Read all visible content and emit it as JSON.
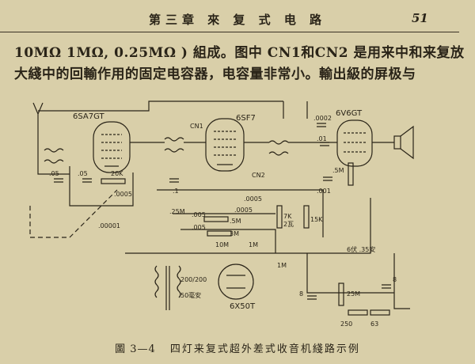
{
  "header": {
    "chapter_title": "第三章 來 复 式 电 路",
    "page_number": "51"
  },
  "body": {
    "line1": "10MΩ 1MΩ, 0.25MΩ ) 組成。图中 CN1和CN2 是用来中和来复放",
    "line2": "大綫中的回輸作用的固定电容器，电容量非常小。輸出級的屏极与"
  },
  "figure": {
    "tube_labels": [
      "6SA7GT",
      "6SF7",
      "6V6GT",
      "6X50T"
    ],
    "component_labels": {
      "cn1": "CN1",
      "cn2": "CN2",
      "c05a": ".05",
      "c05b": ".05",
      "c0005a": ".0005",
      "c0005b": ".0005",
      "c0005c": ".0005",
      "c00001": ".00001",
      "c005a": ".005",
      "c005b": ".005",
      "c1": ".1",
      "r25m": ".25M",
      "r5m": ".5M",
      "r3m": "3M",
      "r10m": "10M",
      "r1m": "1M",
      "r1m2": "1M",
      "r20k": "20K",
      "r7k": "7K",
      "r2w": "2瓦",
      "r15k": "15K",
      "c0002": ".0002",
      "c01": ".01",
      "c001": ".001",
      "r5m2": ".5M",
      "bulb": "6伏 .35安",
      "tr1": "200/200",
      "tr2": "50毫安",
      "c8a": "8",
      "c8b": "8",
      "r25m2": "25M",
      "r250": "250",
      "r63": "63"
    }
  },
  "caption": {
    "fig_no": "圖 3—4",
    "text": "四灯来复式超外差式收音机綫路示例"
  }
}
